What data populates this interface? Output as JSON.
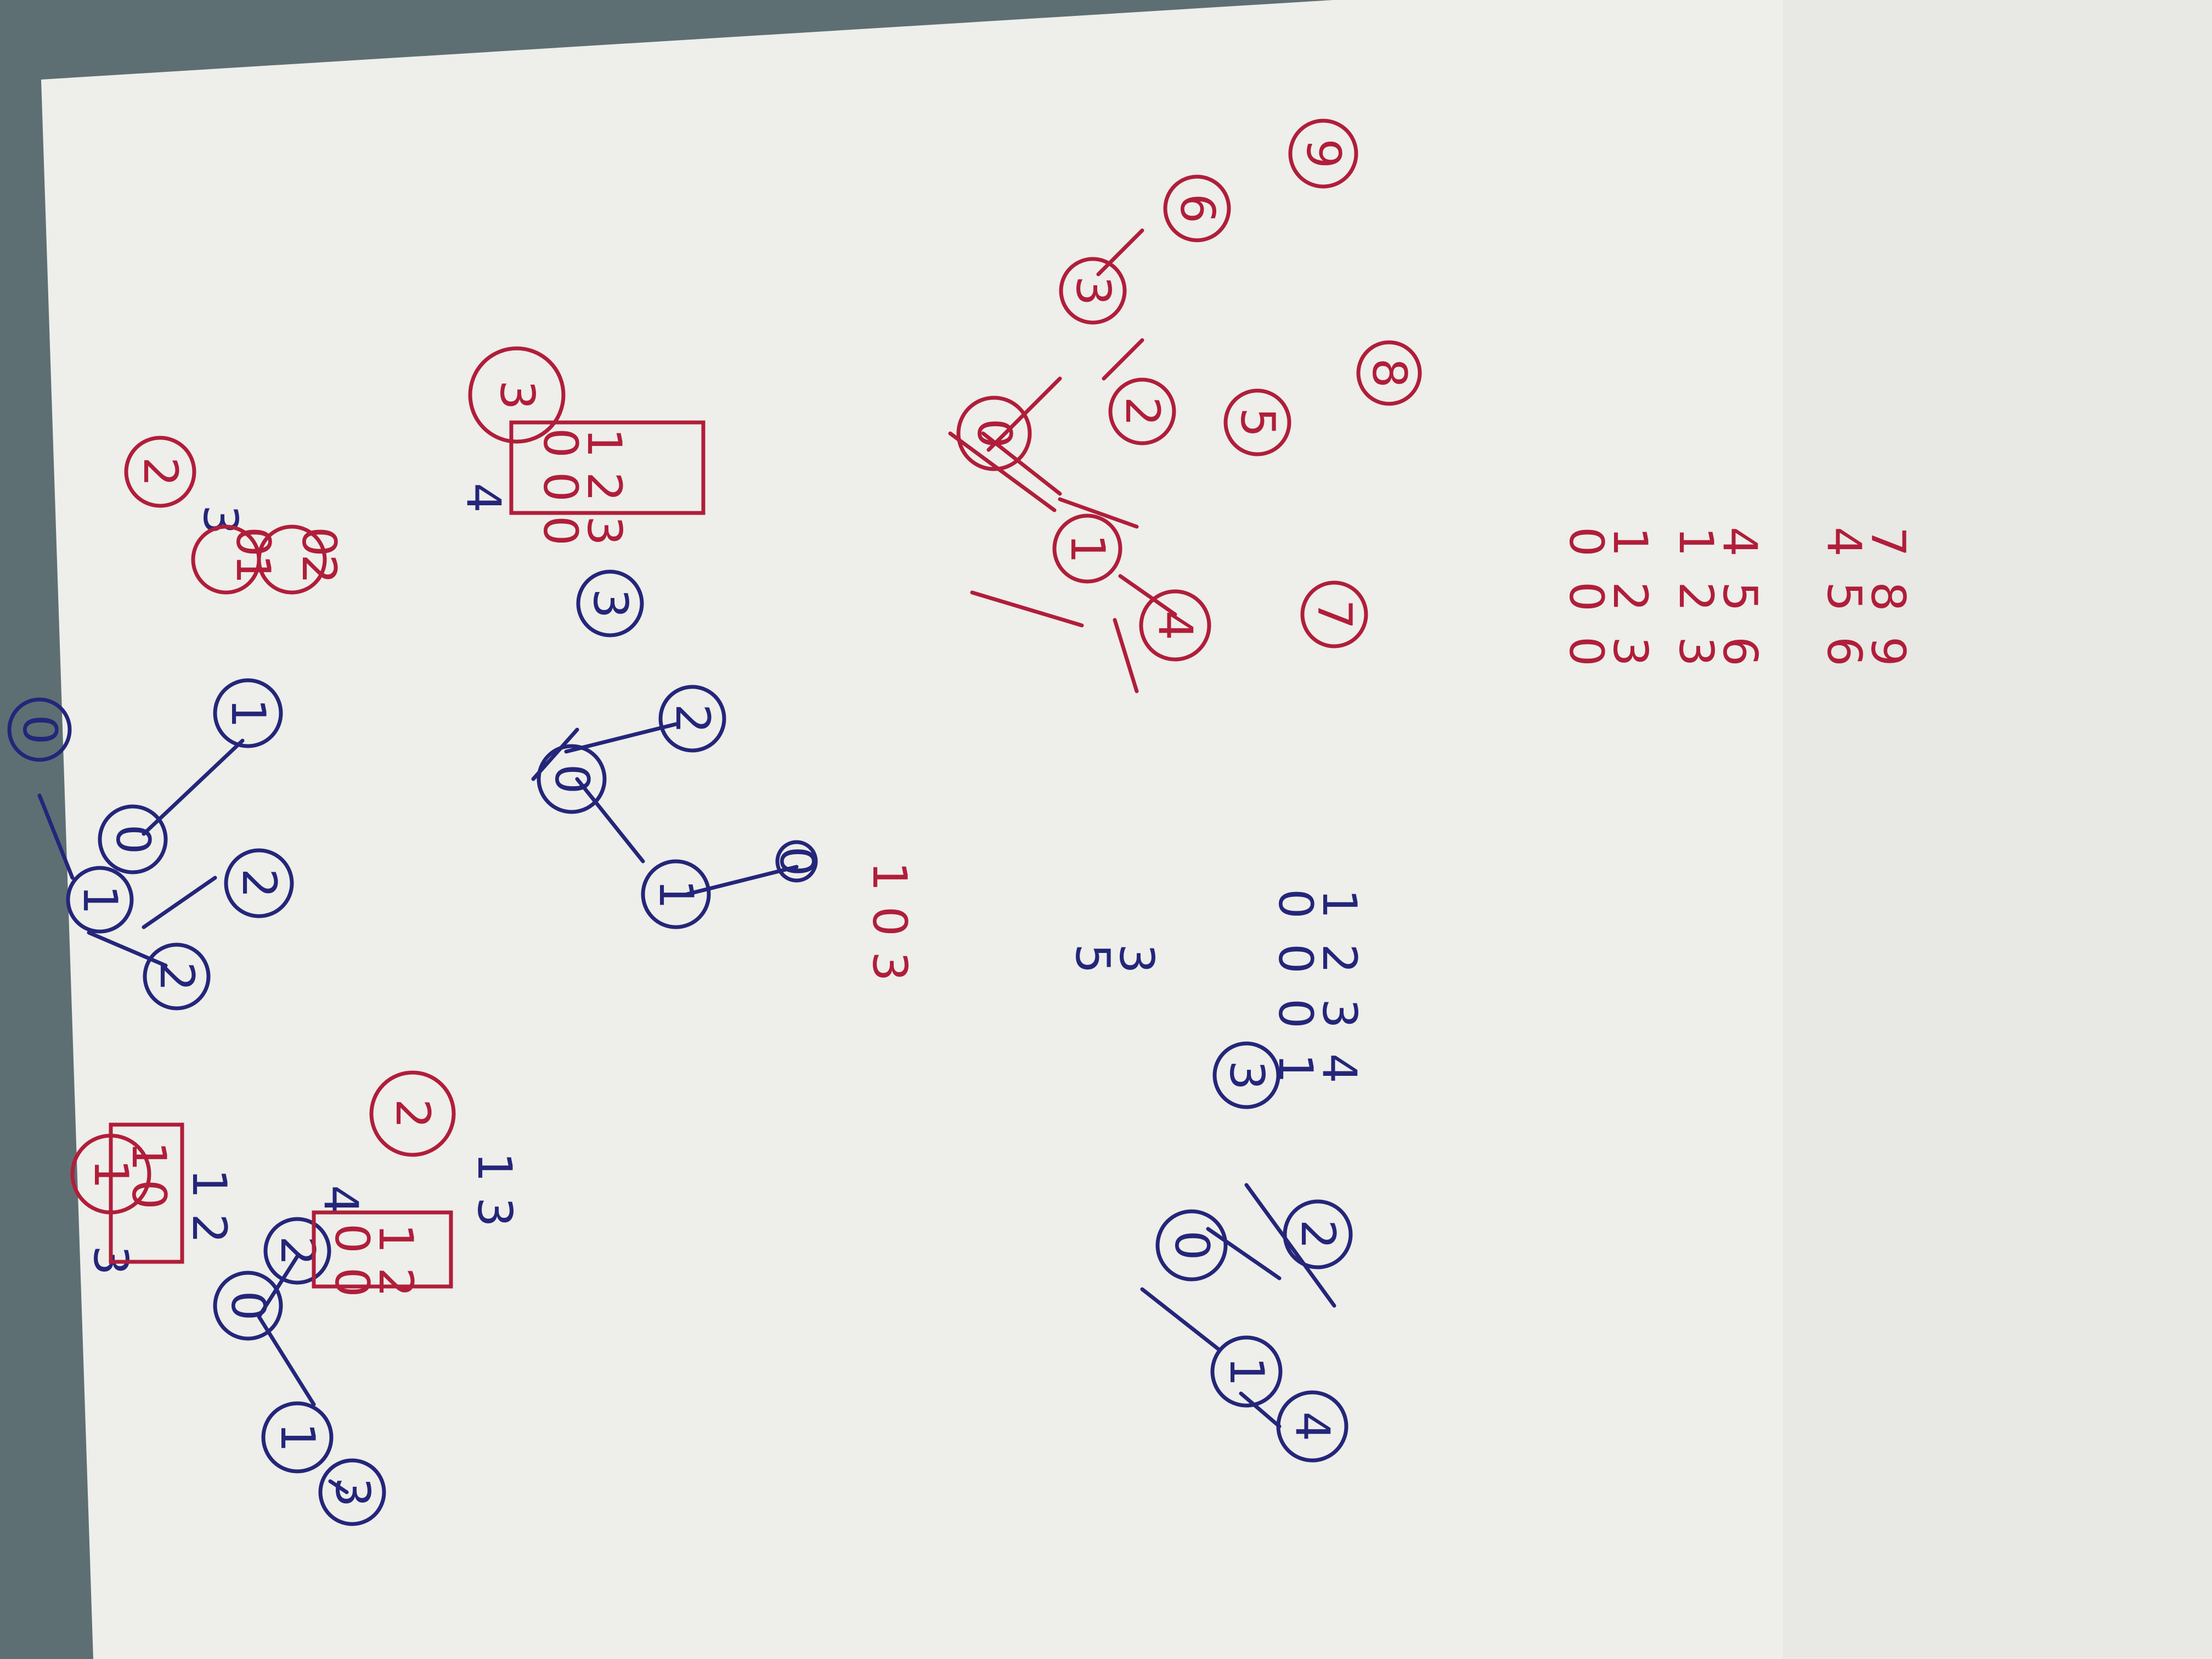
{
  "colors": {
    "background": "#5d6f73",
    "paper": "#eeeeea",
    "blue_ink": "#24267a",
    "red_ink": "#b01e3a"
  },
  "tree1": {
    "nodes": [
      "0",
      "1",
      "2"
    ],
    "notes": {
      "a": "3",
      "top": "2",
      "r1": [
        "0",
        "1"
      ],
      "r2": [
        "0",
        "2"
      ]
    }
  },
  "tree2": {
    "nodes": [
      "0",
      "1",
      "2",
      "3",
      "0"
    ],
    "notes": {
      "a": "4",
      "top": "3",
      "boxed": [
        [
          "0",
          "1"
        ],
        [
          "0",
          "2"
        ],
        [
          "0",
          "3"
        ]
      ],
      "extra": "1 0 3"
    }
  },
  "tree3": {
    "nodes": [
      "0",
      "1",
      "2",
      "3",
      "4",
      "5",
      "6",
      "7",
      "8",
      "9"
    ],
    "table": [
      [
        "0",
        "1"
      ],
      [
        "0",
        "2"
      ],
      [
        "0",
        "3"
      ],
      [
        "1",
        "4"
      ],
      [
        "2",
        "5"
      ],
      [
        "3",
        "6"
      ],
      [
        "4",
        "7"
      ],
      [
        "5",
        "8"
      ],
      [
        "6",
        "9"
      ]
    ]
  },
  "tree4": {
    "nodes": [
      "0",
      "1",
      "2"
    ],
    "notes": {
      "a": "3",
      "top": "1",
      "boxed": [
        "0",
        "1"
      ],
      "extra": "1 2"
    }
  },
  "tree5": {
    "nodes": [
      "0",
      "1",
      "2",
      "3"
    ],
    "notes": {
      "a": "4",
      "top": "2",
      "boxed": [
        [
          "0",
          "1"
        ],
        [
          "0",
          "2"
        ]
      ],
      "extra": "1 3"
    }
  },
  "tree6": {
    "nodes": [
      "0",
      "1",
      "2",
      "3",
      "4"
    ],
    "notes": {
      "a": "5",
      "b": "3",
      "table": [
        [
          "0",
          "1"
        ],
        [
          "0",
          "2"
        ],
        [
          "0",
          "3"
        ],
        [
          "1",
          "4"
        ]
      ]
    }
  }
}
